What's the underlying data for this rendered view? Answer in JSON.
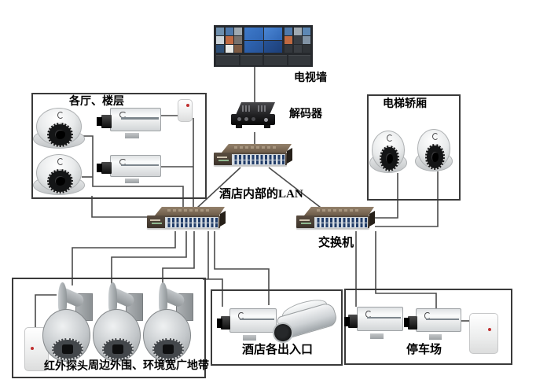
{
  "labels": {
    "tv_wall": "电视墙",
    "decoder": "解码器",
    "internal_lan": "酒店内部的LAN",
    "switch": "交换机",
    "halls_floors": "各厅、楼层",
    "elevator_car": "电梯轿厢",
    "ir_detector": "红外探头",
    "perimeter": "周边外围、环境宽广地带",
    "hotel_entrances": "酒店各出入口",
    "parking": "停车场"
  },
  "zones": [
    {
      "name": "各厅、楼层",
      "devices": [
        "dome-camera",
        "dome-camera",
        "box-camera",
        "box-camera",
        "door-sensor"
      ]
    },
    {
      "name": "电梯轿厢",
      "devices": [
        "dome-camera",
        "dome-camera"
      ]
    },
    {
      "name": "周边外围、环境宽广地带",
      "extra_label": "红外探头",
      "devices": [
        "pir-sensor",
        "ptz-dome-camera",
        "ptz-dome-camera",
        "ptz-dome-camera"
      ]
    },
    {
      "name": "酒店各出入口",
      "devices": [
        "box-camera",
        "bullet-camera"
      ]
    },
    {
      "name": "停车场",
      "devices": [
        "box-camera",
        "box-camera",
        "pir-sensor"
      ]
    }
  ],
  "core_devices": [
    {
      "type": "video-wall",
      "label": "电视墙"
    },
    {
      "type": "decoder",
      "label": "解码器"
    },
    {
      "type": "switch-24port",
      "label": "酒店内部的LAN"
    },
    {
      "type": "switch-24port",
      "label": ""
    },
    {
      "type": "switch-24port",
      "label": "交换机"
    }
  ],
  "colors": {
    "background": "#ffffff",
    "wire": "#4a4a4a",
    "zone_border": "#3a3a3a",
    "switch_body": "#55483a",
    "label_text": "#000000"
  }
}
